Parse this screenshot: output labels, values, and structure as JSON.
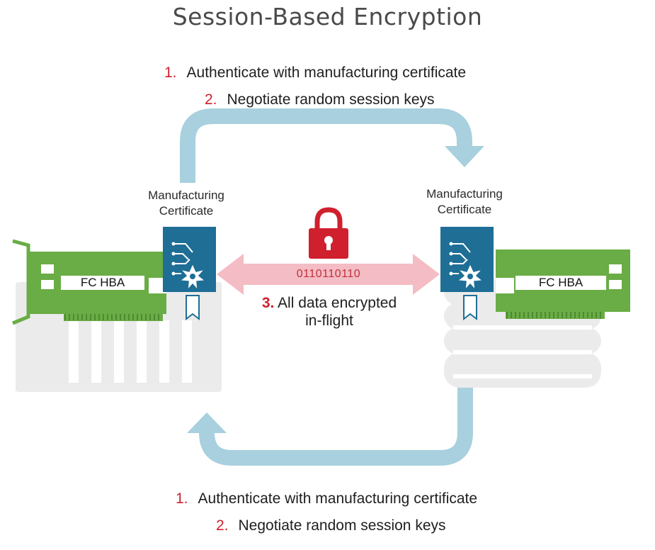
{
  "title": "Session-Based Encryption",
  "top_steps": [
    {
      "num": "1.",
      "text": "Authenticate with manufacturing certificate"
    },
    {
      "num": "2.",
      "text": "Negotiate random session keys"
    }
  ],
  "bottom_steps": [
    {
      "num": "1.",
      "text": "Authenticate with manufacturing certificate"
    },
    {
      "num": "2.",
      "text": "Negotiate random session keys"
    }
  ],
  "left_node": {
    "cert_label_line1": "Manufacturing",
    "cert_label_line2": "Certificate",
    "hba_label": "FC HBA",
    "device": "server"
  },
  "right_node": {
    "cert_label_line1": "Manufacturing",
    "cert_label_line2": "Certificate",
    "hba_label": "FC HBA",
    "device": "storage"
  },
  "link": {
    "binary": "0110110110",
    "step_num": "3.",
    "line1": "All data encrypted",
    "line2": "in-flight",
    "icon": "padlock-icon"
  },
  "colors": {
    "flow_arrow": "#a8d0de",
    "link_arrow": "#f4bcc4",
    "padlock": "#d0202e",
    "hba_green": "#6aac45",
    "cert_blue": "#1e6e96",
    "device_gray": "#ebebeb",
    "accent_red": "#d0202e"
  }
}
